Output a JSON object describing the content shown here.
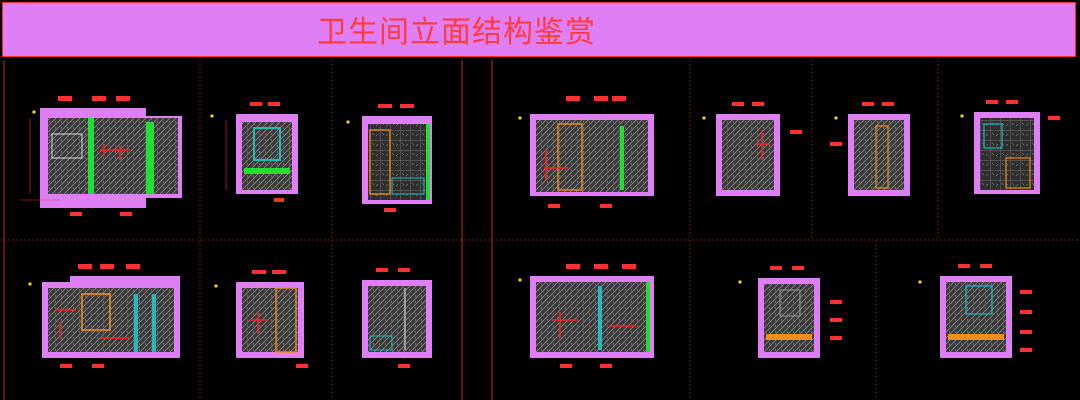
{
  "banner": {
    "title": "卫生间立面结构鉴赏",
    "background": "#e07ef6",
    "border_color": "#ff2a2a",
    "text_color": "#ff3b3b"
  },
  "colors": {
    "background": "#000000",
    "wall_frame": "#e07ef6",
    "frame_border": "#ff2a2a",
    "dimension_lines": "#ff3030",
    "hatch_fill": "#9a9a9a",
    "fixtures_green": "#22dd33",
    "fixtures_cyan": "#22bbbb",
    "fixtures_orange": "#f28c1a",
    "fixtures_red": "#ff2020",
    "annotation_yellow": "#ffd21a"
  },
  "drawings": [
    {
      "id": "elevation-1",
      "style": "wide"
    },
    {
      "id": "elevation-2",
      "style": "narrow"
    },
    {
      "id": "elevation-3",
      "style": "tiles"
    },
    {
      "id": "elevation-4",
      "style": "wide"
    },
    {
      "id": "elevation-5",
      "style": "narrow"
    },
    {
      "id": "elevation-6",
      "style": "narrow"
    },
    {
      "id": "elevation-7",
      "style": "narrow"
    },
    {
      "id": "elevation-8",
      "style": "wide"
    },
    {
      "id": "elevation-9",
      "style": "narrow"
    },
    {
      "id": "elevation-10",
      "style": "tiles"
    },
    {
      "id": "elevation-11",
      "style": "wide"
    },
    {
      "id": "elevation-12",
      "style": "narrow"
    },
    {
      "id": "elevation-13",
      "style": "narrow"
    }
  ]
}
